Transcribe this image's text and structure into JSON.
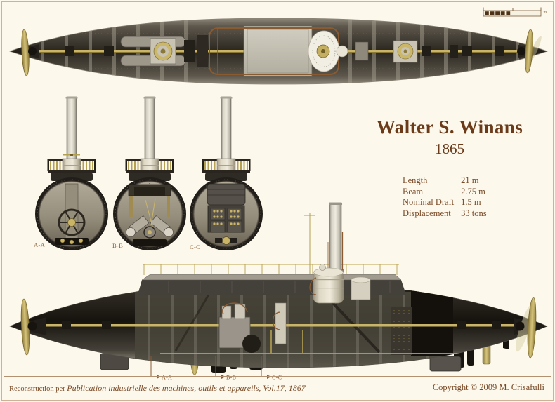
{
  "page": {
    "background": "#fcf8ec",
    "frame_color": "#b29070",
    "text_color": "#7a4a26"
  },
  "title": {
    "ship_name": "Walter S. Winans",
    "year": "1865"
  },
  "specs": {
    "rows": [
      {
        "label": "Length",
        "value": "21 m"
      },
      {
        "label": "Beam",
        "value": "2.75 m"
      },
      {
        "label": "Nominal Draft",
        "value": "1.5 m"
      },
      {
        "label": "Displacement",
        "value": "33 tons"
      }
    ]
  },
  "cross_sections": {
    "labels": [
      "A-A",
      "B-B",
      "C-C"
    ]
  },
  "side_view": {
    "section_markers": [
      "A-A",
      "B-B",
      "C-C"
    ]
  },
  "scale_bar": {
    "unit_label": "m"
  },
  "footer": {
    "credit_prefix": "Reconstruction per",
    "source_title": "Publication industrielle des machines, outils et appareils, Vol.17, 1867",
    "copyright": "Copyright © 2009 M. Crisafulli"
  },
  "colors": {
    "brass": "#c9b468",
    "hull_dark": "#17140f",
    "funnel_light": "#efecdf",
    "copper_pipe": "#8a5a30"
  }
}
